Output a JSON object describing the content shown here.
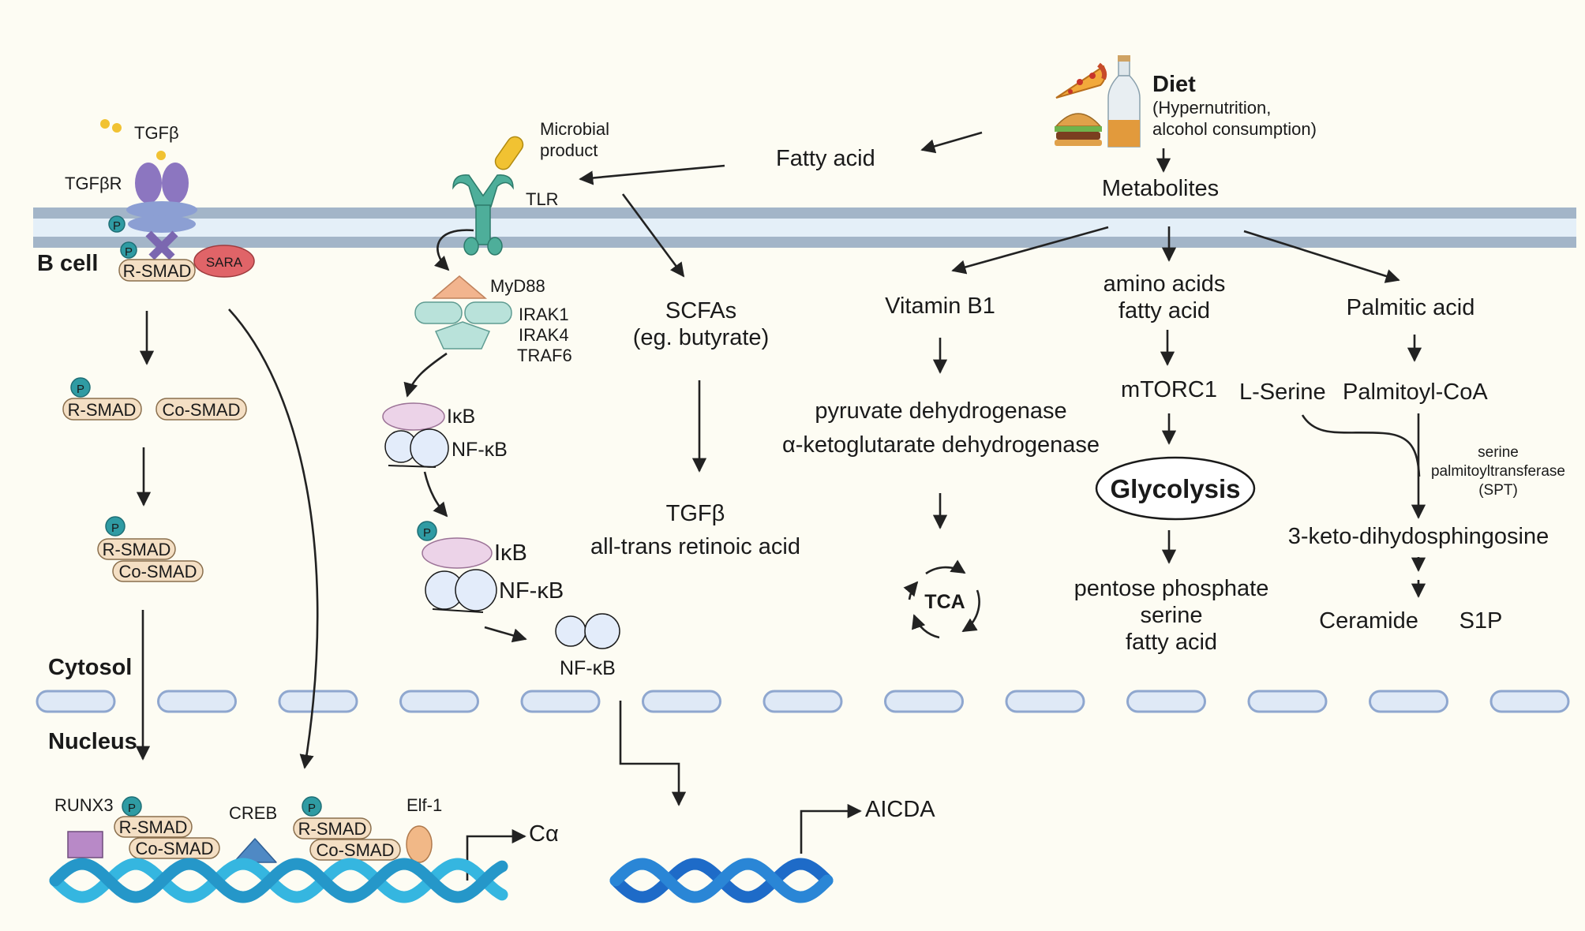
{
  "labels": {
    "tgfb_ligand": "TGFβ",
    "tgfbr": "TGFβR",
    "b_cell": "B cell",
    "sara": "SARA",
    "r_smad": "R-SMAD",
    "co_smad": "Co-SMAD",
    "p": "P",
    "cytosol": "Cytosol",
    "nucleus": "Nucleus",
    "runx3": "RUNX3",
    "creb": "CREB",
    "elf1": "Elf-1",
    "c_alpha": "Cα",
    "microbial_line1": "Microbial",
    "microbial_line2": "product",
    "tlr": "TLR",
    "myd88": "MyD88",
    "irak1": "IRAK1",
    "irak4": "IRAK4",
    "traf6": "TRAF6",
    "ikb": "IκB",
    "nfkb": "NF-κB",
    "aicda": "AICDA",
    "scfas_line1": "SCFAs",
    "scfas_line2": "(eg. butyrate)",
    "tgfb": "TGFβ",
    "retinoic": "all-trans retinoic acid",
    "fatty_acid": "Fatty acid",
    "diet_title": "Diet",
    "diet_line1": "(Hypernutrition,",
    "diet_line2": "alcohol consumption)",
    "metabolites": "Metabolites",
    "vitamin_b1": "Vitamin B1",
    "pdh": "pyruvate dehydrogenase",
    "akgdh": "α-ketoglutarate dehydrogenase",
    "tca": "TCA",
    "amino_line1": "amino acids",
    "amino_line2": "fatty acid",
    "mtorc1": "mTORC1",
    "glycolysis": "Glycolysis",
    "ppp_line1": "pentose phosphate",
    "ppp_line2": "serine",
    "ppp_line3": "fatty acid",
    "palmitic": "Palmitic acid",
    "l_serine": "L-Serine",
    "palmitoyl": "Palmitoyl-CoA",
    "spt_line1": "serine",
    "spt_line2": "palmitoyltransferase",
    "spt_line3": "(SPT)",
    "keto": "3-keto-dihydosphingosine",
    "ceramide": "Ceramide",
    "s1p": "S1P"
  },
  "colors": {
    "background": "#fdfcf3",
    "membrane": "#a3b5c8",
    "membrane_inner": "#e4eff8",
    "smad_fill": "#f4dfc4",
    "sara": "#e06468",
    "receptor": "#8c76c0",
    "tlr": "#4eae9a",
    "myd88": "#f2b48e",
    "irak": "#b9e2da",
    "ikb": "#ecd3e8",
    "nfkb": "#e3ecfa",
    "p_badge": "#2f9ba3",
    "dna_light": "#35b6e0",
    "dna_dark": "#1e6bc8",
    "nuclear_pore": "#dfe9f6",
    "nuclear_pore_stroke": "#8fa7cf"
  },
  "icons": [
    "pizza-icon",
    "burger-icon",
    "bottle-icon",
    "microbial-product-icon",
    "tgfb-ligand-icon"
  ]
}
